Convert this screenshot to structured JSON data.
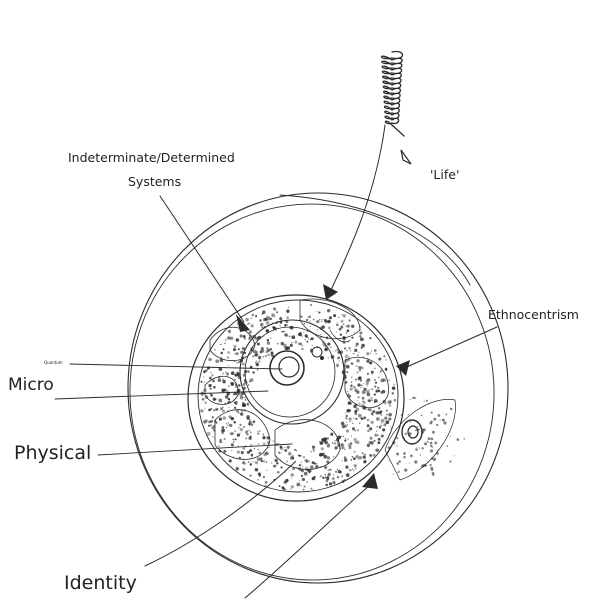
{
  "labels": {
    "indeterminate": "Indeterminate/Determined",
    "systems": "Systems",
    "life": "'Life'",
    "ethnocentrism": "Ethnocentrism",
    "quantum": "Quantum",
    "micro": "Micro",
    "physical": "Physical",
    "identity": "Identity"
  },
  "colors": {
    "ink": "#2b2b2b",
    "background": "#ffffff"
  }
}
